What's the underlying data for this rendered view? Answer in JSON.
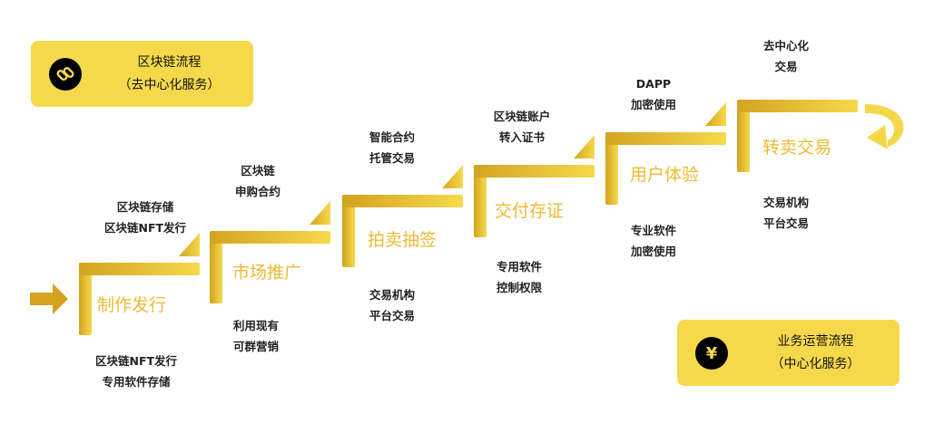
{
  "legend_blockchain": {
    "title": "区块链流程",
    "subtitle": "（去中心化服务）",
    "icon": "link-icon"
  },
  "legend_business": {
    "title": "业务运营流程",
    "subtitle": "（中心化服务）",
    "icon": "yen-icon",
    "icon_glyph": "¥"
  },
  "colors": {
    "dark_gold": "#d3a31f",
    "yellow": "#f6d94b",
    "label": "#edbb35"
  },
  "steps": [
    {
      "label": "制作发行",
      "above": [
        "区块链存储",
        "区块链NFT发行"
      ],
      "below": [
        "区块链NFT发行",
        "专用软件存储"
      ]
    },
    {
      "label": "市场推广",
      "above": [
        "区块链",
        "申购合约"
      ],
      "below": [
        "利用现有",
        "可群营销"
      ]
    },
    {
      "label": "拍卖抽签",
      "above": [
        "智能合约",
        "托管交易"
      ],
      "below": [
        "交易机构",
        "平台交易"
      ]
    },
    {
      "label": "交付存证",
      "above": [
        "区块链账户",
        "转入证书"
      ],
      "below": [
        "专用软件",
        "控制权限"
      ]
    },
    {
      "label": "用户体验",
      "above": [
        "DAPP",
        "加密使用"
      ],
      "below": [
        "专业软件",
        "加密使用"
      ]
    },
    {
      "label": "转卖交易",
      "above": [
        "去中心化",
        "交易"
      ],
      "below": [
        "交易机构",
        "平台交易"
      ]
    }
  ]
}
